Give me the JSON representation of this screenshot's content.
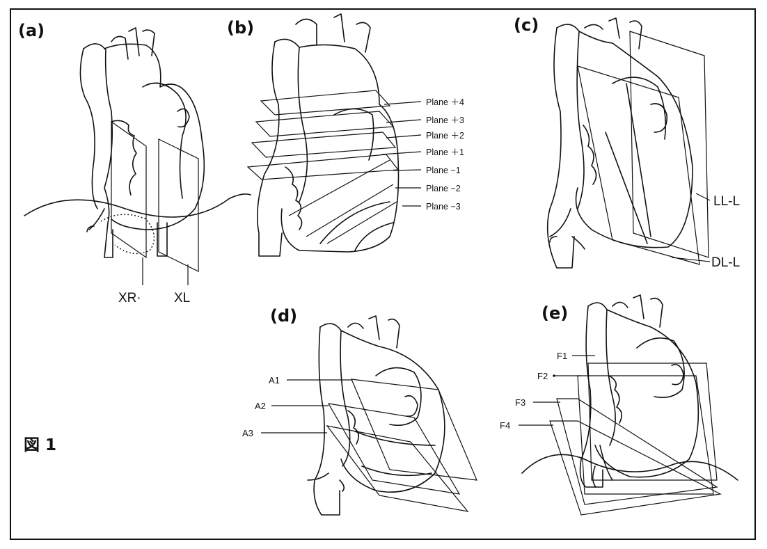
{
  "figure_label": "図 1",
  "panels": {
    "a": {
      "label": "(a)",
      "markers": [
        "XR·",
        "XL"
      ]
    },
    "b": {
      "label": "(b)",
      "planes": [
        "Plane ＋4",
        "Plane ＋3",
        "Plane ＋2",
        "Plane ＋1",
        "Plane −1",
        "Plane −2",
        "Plane −3"
      ]
    },
    "c": {
      "label": "(c)",
      "markers": [
        "LL-L",
        "DL-L"
      ]
    },
    "d": {
      "label": "(d)",
      "markers": [
        "A1",
        "A2",
        "A3"
      ]
    },
    "e": {
      "label": "(e)",
      "markers": [
        "F1",
        "F2",
        "F3",
        "F4"
      ]
    }
  }
}
